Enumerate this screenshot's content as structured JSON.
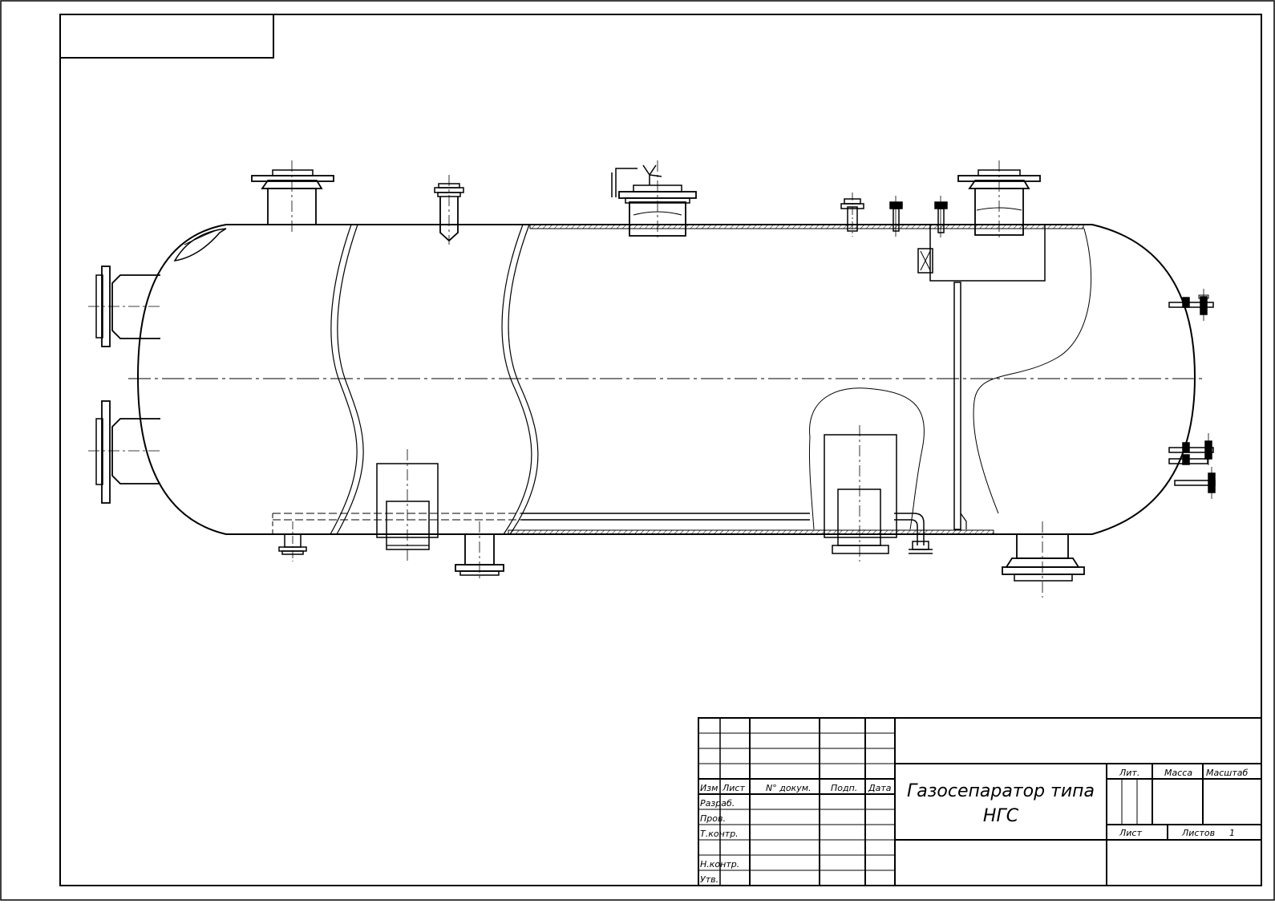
{
  "title_block": {
    "headers": {
      "izm": "Изм",
      "list": "Лист",
      "doc_no": "N° докум.",
      "sign": "Подп.",
      "date": "Дата"
    },
    "roles": {
      "developed": "Разраб.",
      "checked": "Пров.",
      "tech_control": "Т.контр.",
      "norm_control": "Н.контр.",
      "approved": "Утв."
    },
    "document_title_line1": "Газосепаратор типа",
    "document_title_line2": "НГС",
    "letter_label": "Лит.",
    "mass_label": "Масса",
    "scale_label": "Масштаб",
    "sheet_label": "Лист",
    "sheets_label": "Листов",
    "sheets_count": "1"
  }
}
